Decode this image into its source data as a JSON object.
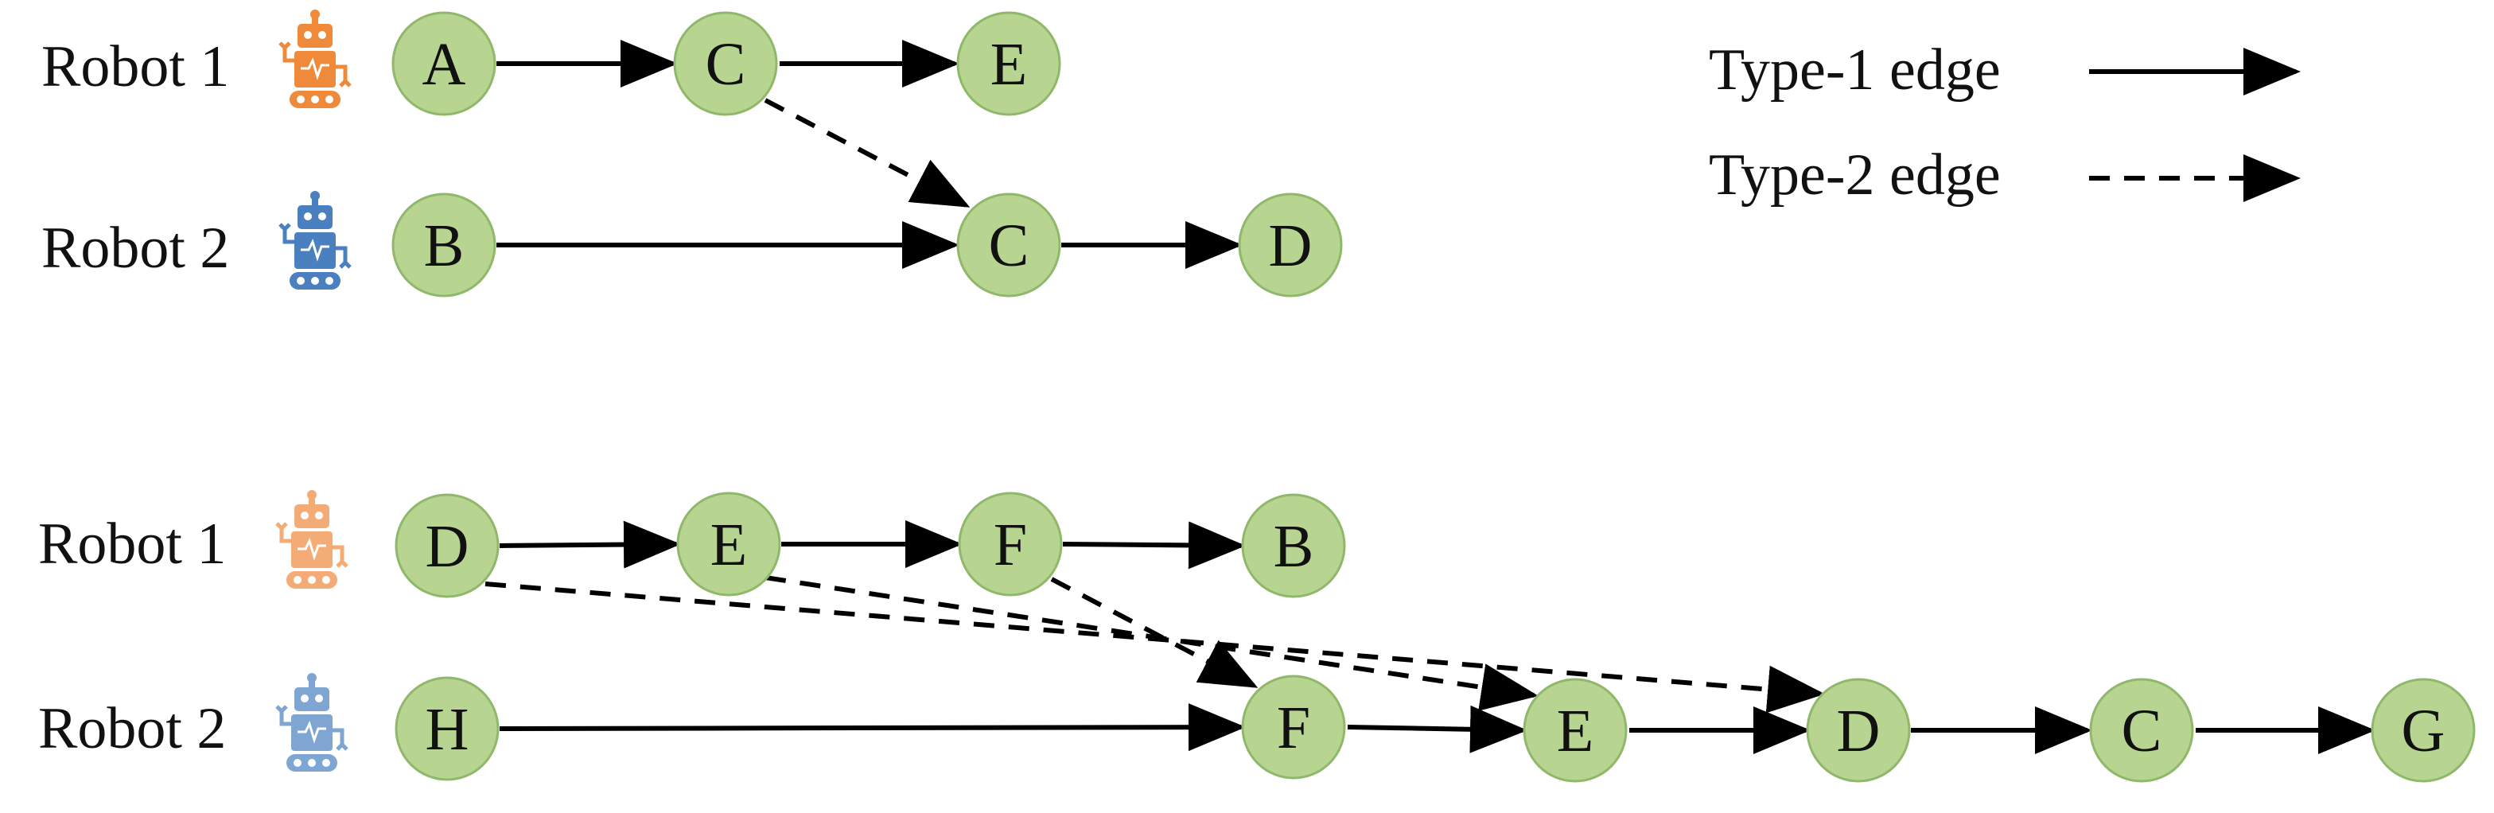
{
  "colors": {
    "node_fill": "#b7d591",
    "node_stroke": "#8fb86a",
    "edge": "#000000",
    "robot1_accent": "#ef8a3b",
    "robot2_accent": "#4a7fc0"
  },
  "legend": {
    "type1_label": "Type-1 edge",
    "type2_label": "Type-2 edge"
  },
  "top_panel": {
    "rows": [
      {
        "label": "Robot 1",
        "icon": "robot-icon-orange"
      },
      {
        "label": "Robot 2",
        "icon": "robot-icon-blue"
      }
    ],
    "nodes": [
      "A",
      "C",
      "E",
      "B",
      "C",
      "D"
    ]
  },
  "bottom_panel": {
    "rows": [
      {
        "label": "Robot 1",
        "icon": "robot-icon-orange"
      },
      {
        "label": "Robot 2",
        "icon": "robot-icon-blue"
      }
    ],
    "nodes": [
      "D",
      "E",
      "F",
      "B",
      "H",
      "F",
      "E",
      "D",
      "C",
      "G"
    ]
  }
}
